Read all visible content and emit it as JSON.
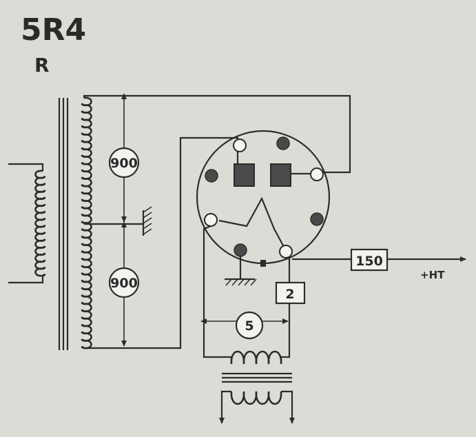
{
  "tube": {
    "type": "5R4",
    "code": "R"
  },
  "labels": {
    "hv_upper": "900",
    "hv_lower": "900",
    "filament": "5",
    "filament_current": "2",
    "output_current": "150",
    "output": "+HT"
  }
}
